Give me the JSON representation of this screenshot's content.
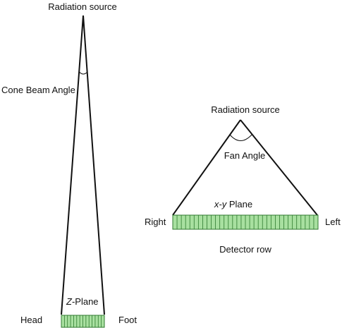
{
  "cone_view": {
    "source_label": "Radiation source",
    "angle_label": "Cone Beam Angle",
    "plane_label_italic": "Z",
    "plane_label_rest": "-Plane",
    "left_label": "Head",
    "right_label": "Foot"
  },
  "fan_view": {
    "source_label": "Radiation source",
    "angle_label": "Fan Angle",
    "plane_label_italic": "x-y",
    "plane_label_rest": " Plane",
    "left_label": "Right",
    "right_label": "Left",
    "detector_label": "Detector row"
  },
  "colors": {
    "detector_fill": "#a8e0a0",
    "detector_stroke": "#2f7a2f",
    "line": "#111111"
  }
}
